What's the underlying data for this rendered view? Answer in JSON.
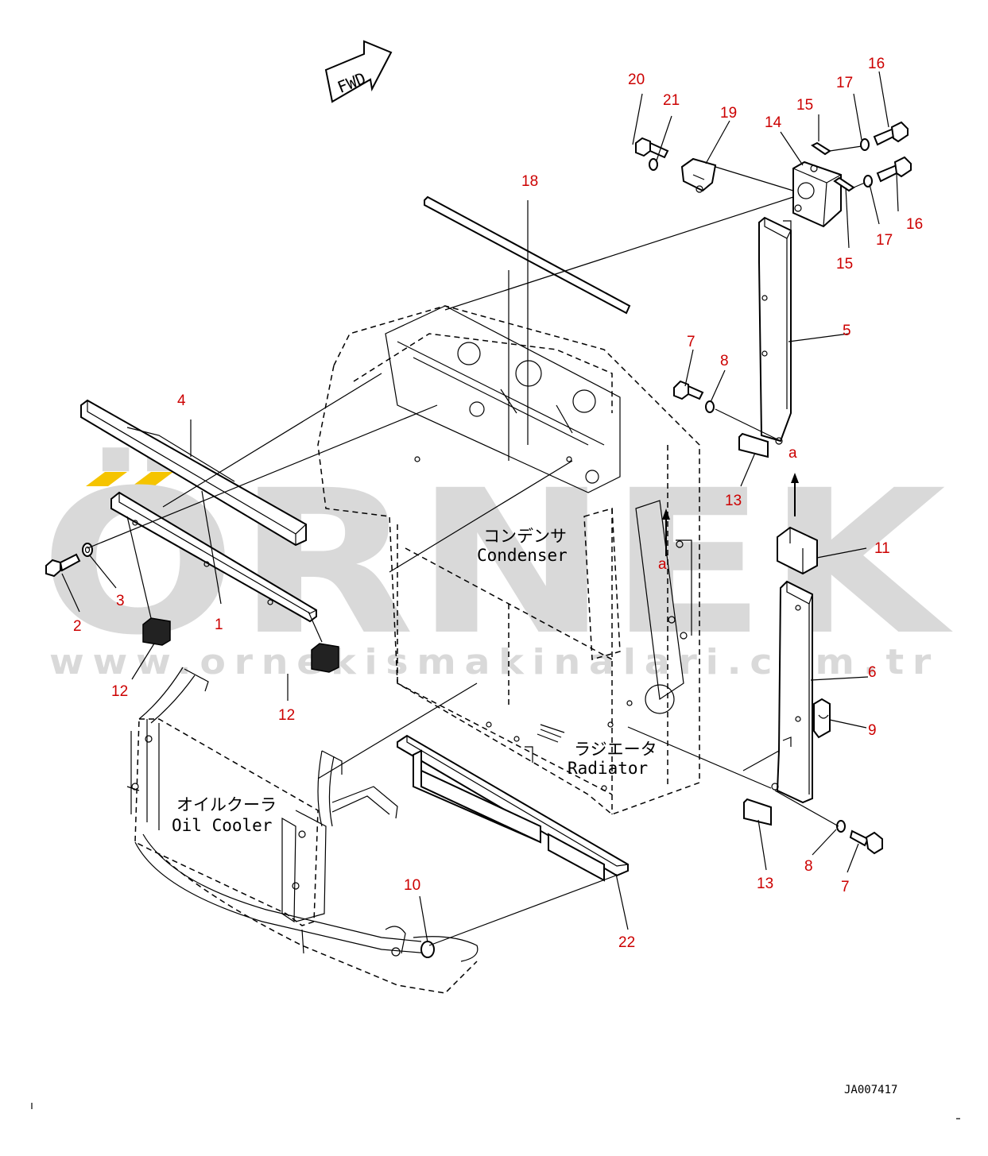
{
  "watermark": {
    "brand": "ÖRNEK",
    "url": "www.ornekismakinalari.com.tr",
    "accent_color": "#f5c400",
    "text_color": "#d9d9d9"
  },
  "fwd_label": "FWD",
  "labels": {
    "condenser_jp": "コンデンサ",
    "condenser_en": "Condenser",
    "radiator_jp": "ラジエータ",
    "radiator_en": "Radiator",
    "oilcooler_jp": "オイルクーラ",
    "oilcooler_en": "Oil Cooler"
  },
  "drawing_code": "JA007417",
  "callouts": {
    "c1": "1",
    "c2": "2",
    "c3": "3",
    "c4": "4",
    "c5": "5",
    "c6": "6",
    "c7a": "7",
    "c7b": "7",
    "c8a": "8",
    "c8b": "8",
    "c9": "9",
    "c10": "10",
    "c11": "11",
    "c12a": "12",
    "c12b": "12",
    "c13a": "13",
    "c13b": "13",
    "c14": "14",
    "c15a": "15",
    "c15b": "15",
    "c16a": "16",
    "c16b": "16",
    "c17a": "17",
    "c17b": "17",
    "c18": "18",
    "c19": "19",
    "c20": "20",
    "c21": "21",
    "c22": "22",
    "ca1": "a",
    "ca2": "a"
  },
  "callout_color": "#cc0000"
}
